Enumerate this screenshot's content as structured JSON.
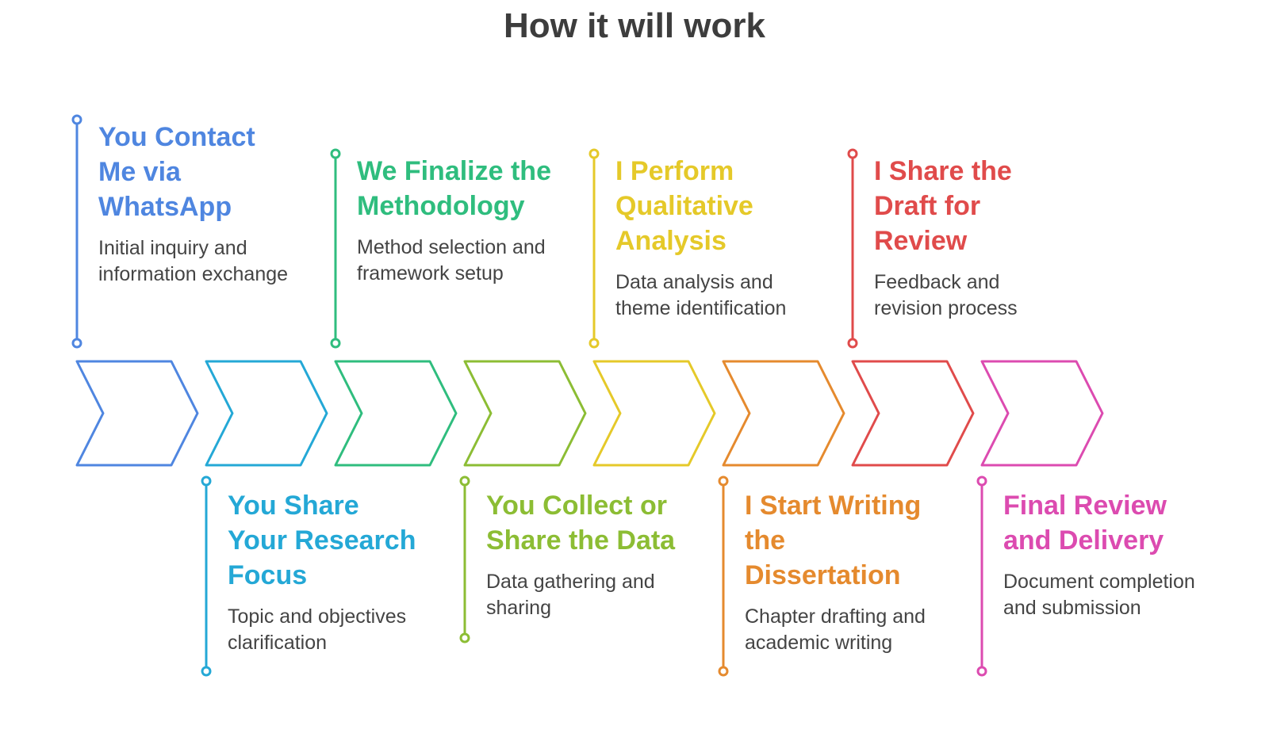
{
  "title": "How it will work",
  "steps": [
    {
      "title": "You Contact Me via WhatsApp",
      "description": "Initial inquiry and information exchange",
      "color": "#4f86e0"
    },
    {
      "title": "You Share Your Research Focus",
      "description": "Topic and objectives clarification",
      "color": "#24a8d6"
    },
    {
      "title": "We Finalize the Methodology",
      "description": "Method selection and framework setup",
      "color": "#2fbd7e"
    },
    {
      "title": "You Collect or Share the Data",
      "description": "Data gathering and sharing",
      "color": "#8cbd34"
    },
    {
      "title": "I Perform Qualitative Analysis",
      "description": "Data analysis and theme identification",
      "color": "#e5c929"
    },
    {
      "title": "I Start Writing the Dissertation",
      "description": "Chapter drafting and academic writing",
      "color": "#e58a2e"
    },
    {
      "title": "I Share the Draft for Review",
      "description": "Feedback and revision process",
      "color": "#e04b4b"
    },
    {
      "title": "Final Review and Delivery",
      "description": "Document completion and submission",
      "color": "#dc4bb0"
    }
  ]
}
